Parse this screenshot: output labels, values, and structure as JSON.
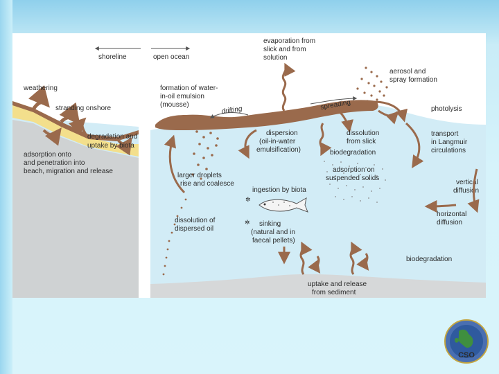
{
  "labels": {
    "shoreline": "shoreline",
    "open_ocean": "open ocean",
    "evaporation": [
      "evaporation from",
      "slick and from",
      "solution"
    ],
    "aerosol": [
      "aerosol and",
      "spray formation"
    ],
    "weathering": "weathering",
    "emulsion": [
      "formation of water-",
      "in-oil emulsion",
      "(mousse)"
    ],
    "stranding": "stranding onshore",
    "drifting": "drifting",
    "spreading": "spreading",
    "photolysis": "photolysis",
    "degradation": [
      "degradation and",
      "uptake by biota"
    ],
    "dispersion": [
      "dispersion",
      "(oil-in-water",
      "emulsification)"
    ],
    "dissolution_slick": [
      "dissolution",
      "from slick"
    ],
    "transport": [
      "transport",
      "in Langmuir",
      "circulations"
    ],
    "adsorption_beach": [
      "adsorption onto",
      "and penetration into",
      "beach, migration and release"
    ],
    "biodegradation_upper": "biodegradation",
    "adsorption_solids": [
      "adsorption on",
      "suspended solids"
    ],
    "larger_droplets": [
      "larger droplets",
      "rise and coalesce"
    ],
    "ingestion": "ingestion by biota",
    "vertical_diffusion": [
      "vertical",
      "diffusion"
    ],
    "dissolution_dispersed": [
      "dissolution of",
      "dispersed oil"
    ],
    "horizontal_diffusion": [
      "horizontal",
      "diffusion"
    ],
    "sinking": [
      "sinking",
      "(natural and in",
      "faecal pellets)"
    ],
    "biodegradation_lower": "biodegradation",
    "sediment": [
      "uptake and release",
      "from sediment"
    ]
  },
  "logo": {
    "text": "CSO",
    "icon": "globe-logo-icon"
  },
  "colors": {
    "sea": "#d2ecf6",
    "oil": "#9a6a4c",
    "sand": "#f3df8c",
    "rock": "#cfd2d3",
    "sediment": "#d6d8d9",
    "logo_ring": "#4a6fb1"
  }
}
